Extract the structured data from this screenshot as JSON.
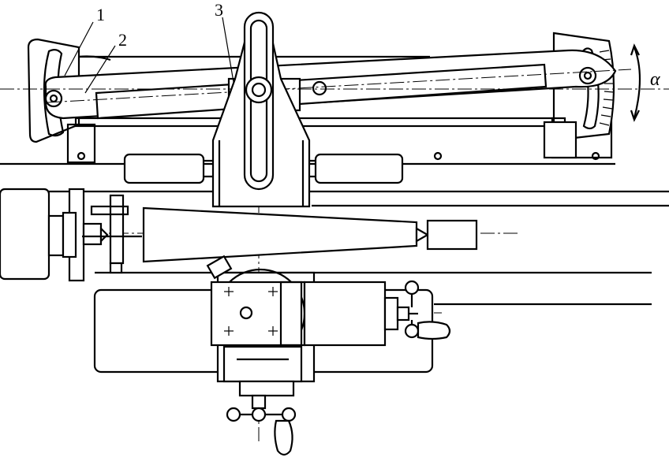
{
  "figure": {
    "callouts": [
      {
        "id": "1",
        "text": "1"
      },
      {
        "id": "2",
        "text": "2"
      },
      {
        "id": "3",
        "text": "3"
      }
    ],
    "angle_symbol": "α"
  }
}
